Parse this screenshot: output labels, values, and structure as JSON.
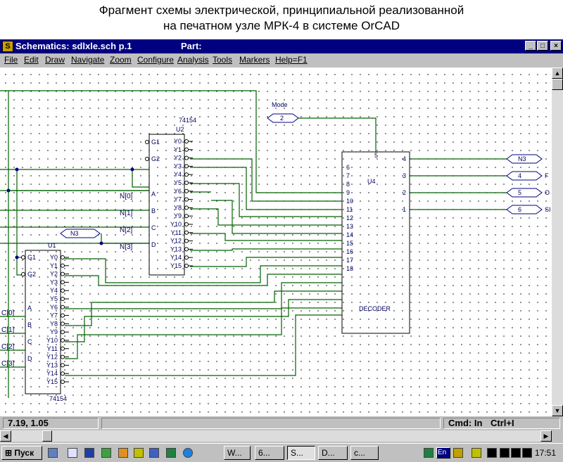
{
  "caption": {
    "line1": "Фрагмент схемы электрической, принципиальной реализованной",
    "line2": "на печатном узле МРК-4 в системе OrCAD"
  },
  "window": {
    "title": "Schematics:  sdlxle.sch  p.1",
    "part_label": "Part:",
    "controls": [
      "_",
      "□",
      "×"
    ]
  },
  "menu": [
    "File",
    "Edit",
    "Draw",
    "Navigate",
    "Zoom",
    "Configure",
    "Analysis",
    "Tools",
    "Markers",
    "Help=F1"
  ],
  "schematic": {
    "colors": {
      "wire": "#006000",
      "part": "#000000",
      "text": "#000060",
      "port": "#000080"
    },
    "u2": {
      "type": "74154",
      "ref": "U2",
      "enables": [
        "G1",
        "G2"
      ],
      "inputs": [
        "A",
        "B",
        "C",
        "D"
      ],
      "outputs": [
        "Y0",
        "Y1",
        "Y2",
        "Y3",
        "Y4",
        "Y5",
        "Y6",
        "Y7",
        "Y8",
        "Y9",
        "Y10",
        "Y11",
        "Y12",
        "Y13",
        "Y14",
        "Y15"
      ]
    },
    "u1": {
      "type": "74154",
      "ref": "U1",
      "enables": [
        "G1",
        "G2"
      ],
      "inputs": [
        "A",
        "B",
        "C",
        "D"
      ],
      "outputs": [
        "Y0",
        "Y1",
        "Y2",
        "Y3",
        "Y4",
        "Y5",
        "Y6",
        "Y7",
        "Y8",
        "Y9",
        "Y10",
        "Y11",
        "Y12",
        "Y13",
        "Y14",
        "Y15"
      ]
    },
    "u4": {
      "ref": "U4",
      "name": "DECODER",
      "top_pin": "5",
      "left_pins": [
        "6",
        "7",
        "8",
        "9",
        "10",
        "11",
        "12",
        "13",
        "14",
        "15",
        "16",
        "17",
        "18"
      ],
      "right_pins": [
        "4",
        "3",
        "2",
        "1"
      ]
    },
    "bus_labels_u2": [
      "N[0]",
      "N[1]",
      "N[2]",
      "N[3]"
    ],
    "bus_labels_u1": [
      "C[0]",
      "C[1]",
      "C[2]",
      "C[3]"
    ],
    "mode_label": "Mode",
    "mode_port": "2",
    "n3_port": "N3",
    "right_ports": [
      {
        "num": "N3",
        "label": ""
      },
      {
        "num": "4",
        "label": "F"
      },
      {
        "num": "5",
        "label": "O"
      },
      {
        "num": "6",
        "label": "SI"
      }
    ]
  },
  "status": {
    "coords": "7.19,  1.05",
    "cmd": "Cmd: In",
    "shortcut": "Ctrl+I"
  },
  "taskbar": {
    "start": "Пуск",
    "tasks": [
      "W...",
      "6...",
      "S...",
      "D...",
      "c..."
    ],
    "lang": "En",
    "clock": "17:51"
  }
}
